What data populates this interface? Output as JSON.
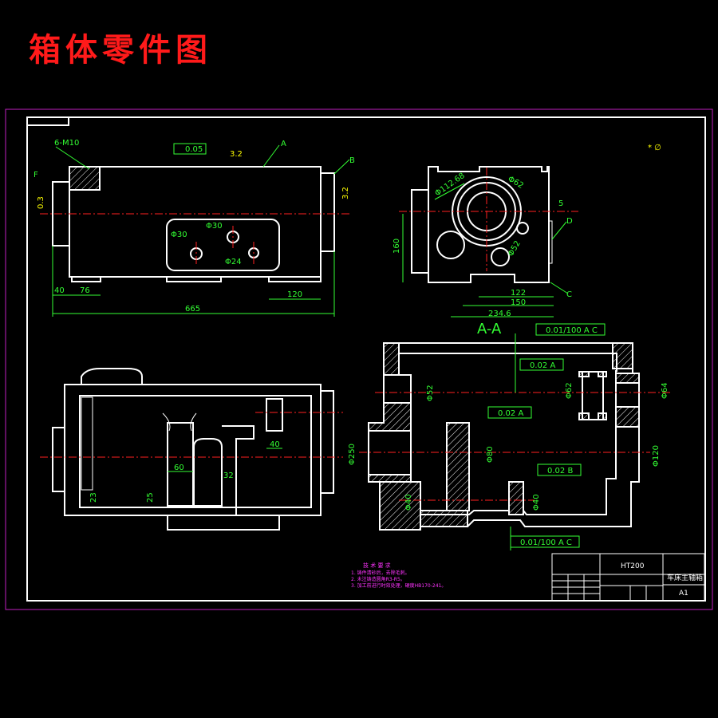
{
  "title": "箱体零件图",
  "view_labels": {
    "section": "A-A"
  },
  "front_view": {
    "callouts": [
      "6-M10",
      "0.05",
      "3.2",
      "A",
      "B",
      "F",
      "0.3",
      "3.2"
    ],
    "hole_labels": [
      "Φ30",
      "Φ30",
      "Φ24"
    ],
    "dims": [
      "40",
      "76",
      "120",
      "665"
    ]
  },
  "side_view": {
    "dims": [
      "160",
      "122",
      "150",
      "234.6",
      "5"
    ],
    "callouts": [
      "C",
      "D",
      "Φ112.68",
      "Φ62",
      "Φ52"
    ]
  },
  "bottom_view": {
    "dims": [
      "60",
      "32",
      "40",
      "25",
      "23"
    ]
  },
  "section_view": {
    "tolerances": [
      "0.01/100 A C",
      "0.02 A",
      "0.02 A",
      "0.02 B",
      "0.01/100 A C"
    ],
    "dims": [
      "Φ52",
      "Φ62",
      "Φ250",
      "Φ80",
      "Φ40",
      "Φ40",
      "Φ120",
      "Φ64"
    ]
  },
  "tech_requirements": {
    "heading": "技 术 要 求",
    "items": [
      "1. 铸件清砂后，去除毛刺。",
      "2. 未注铸造圆角R3-R5。",
      "3. 加工前进行时效处理，硬度HB170-241。"
    ]
  },
  "title_block": {
    "material": "HT200",
    "part_name": "车床主轴箱",
    "sheet": "A1"
  },
  "top_right_mark": "* ∅"
}
